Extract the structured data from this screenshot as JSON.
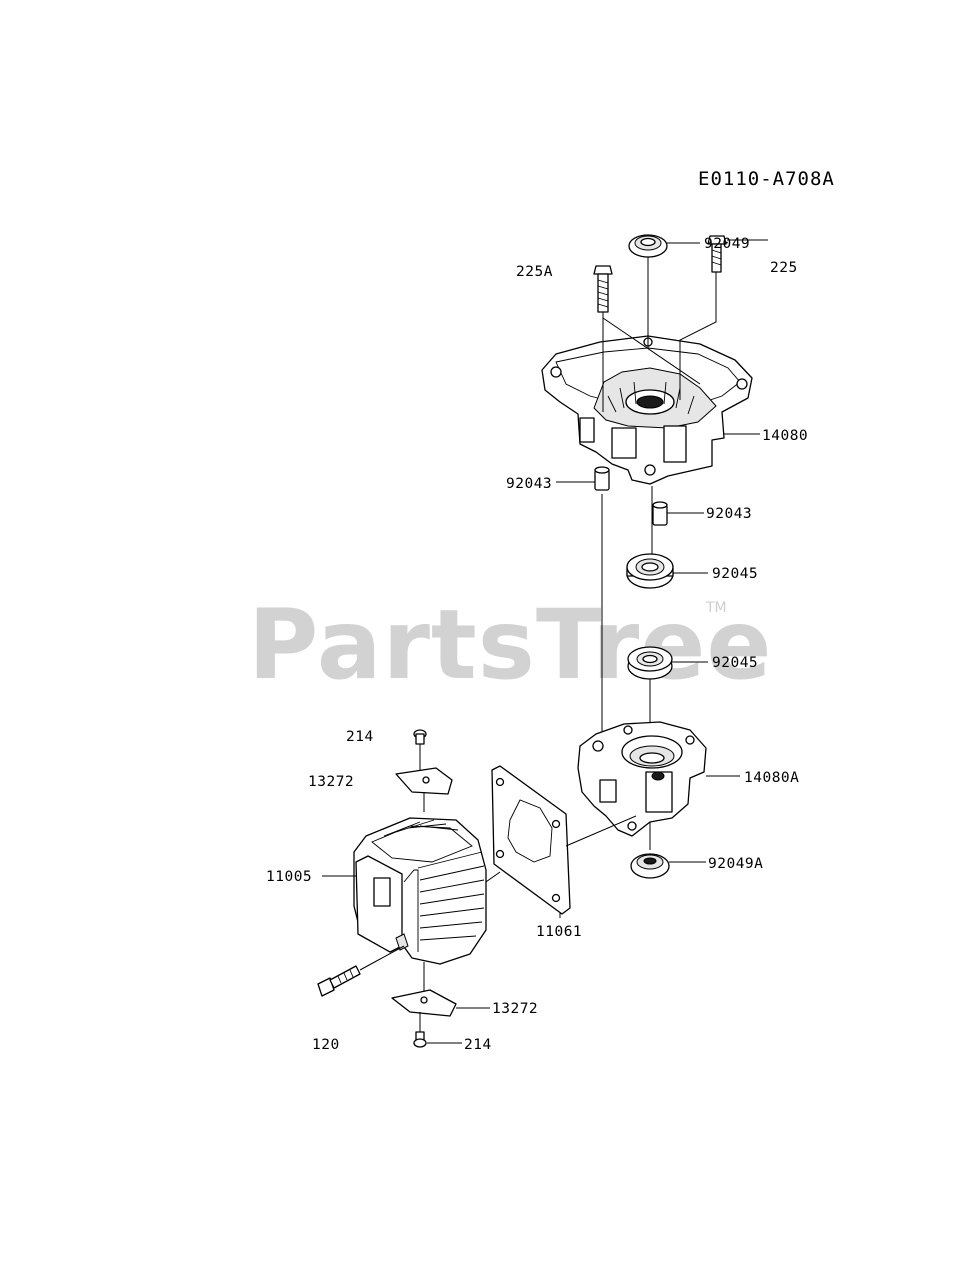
{
  "diagram": {
    "code": "E0110-A708A",
    "watermark": "PartsTree",
    "watermark_tm": "TM",
    "callouts": [
      {
        "id": "92049",
        "label": "92049"
      },
      {
        "id": "225A",
        "label": "225A"
      },
      {
        "id": "225",
        "label": "225"
      },
      {
        "id": "14080",
        "label": "14080"
      },
      {
        "id": "92043-left",
        "label": "92043"
      },
      {
        "id": "92043-right",
        "label": "92043"
      },
      {
        "id": "92045-upper",
        "label": "92045"
      },
      {
        "id": "92045-lower",
        "label": "92045"
      },
      {
        "id": "14080A",
        "label": "14080A"
      },
      {
        "id": "92049A",
        "label": "92049A"
      },
      {
        "id": "214-top",
        "label": "214"
      },
      {
        "id": "13272-top",
        "label": "13272"
      },
      {
        "id": "11005",
        "label": "11005"
      },
      {
        "id": "11061",
        "label": "11061"
      },
      {
        "id": "13272-bottom",
        "label": "13272"
      },
      {
        "id": "120",
        "label": "120"
      },
      {
        "id": "214-bottom",
        "label": "214"
      }
    ]
  }
}
